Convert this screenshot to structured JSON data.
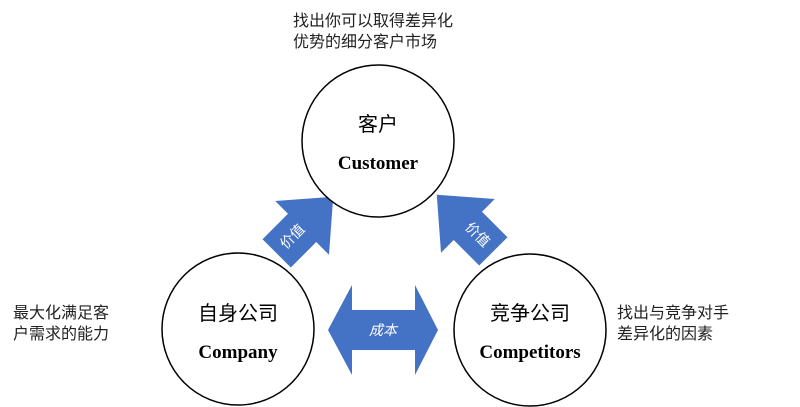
{
  "colors": {
    "arrow": "#4472C4",
    "circle_stroke": "#000000"
  },
  "nodes": {
    "customer": {
      "cn": "客户",
      "en": "Customer",
      "note": "找出你可以取得差异化\n优势的细分客户市场"
    },
    "company": {
      "cn": "自身公司",
      "en": "Company",
      "note": "最大化满足客\n户需求的能力"
    },
    "competitors": {
      "cn": "竞争公司",
      "en": "Competitors",
      "note": "找出与竞争对手\n差异化的因素"
    }
  },
  "arrows": {
    "left_value": "价值",
    "right_value": "价值",
    "cost": "成本"
  }
}
